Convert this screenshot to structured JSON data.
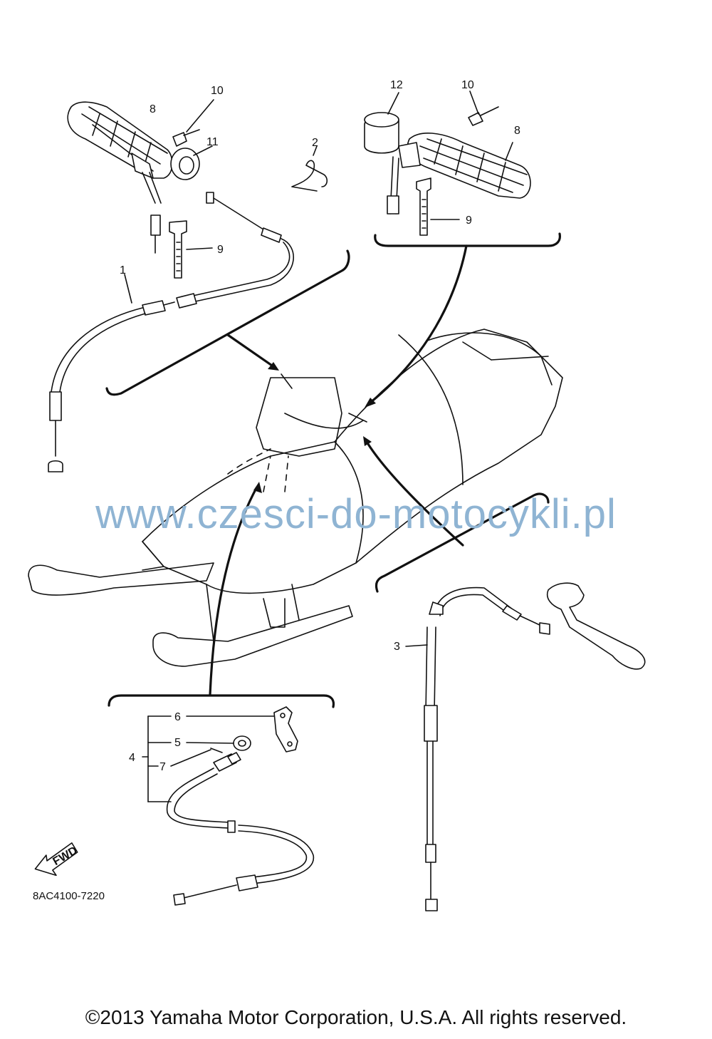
{
  "diagram": {
    "code": "8AC4100-7220",
    "fwd_label": "FWD",
    "callouts": {
      "c1": "1",
      "c2": "2",
      "c3": "3",
      "c4": "4",
      "c5": "5",
      "c6": "6",
      "c7": "7",
      "c8_left": "8",
      "c8_right": "8",
      "c9_left": "9",
      "c9_right": "9",
      "c10_left": "10",
      "c10_right": "10",
      "c11": "11",
      "c12": "12"
    }
  },
  "watermark": "www.czesci-do-motocykli.pl",
  "copyright": "©2013 Yamaha Motor Corporation, U.S.A. All rights reserved."
}
